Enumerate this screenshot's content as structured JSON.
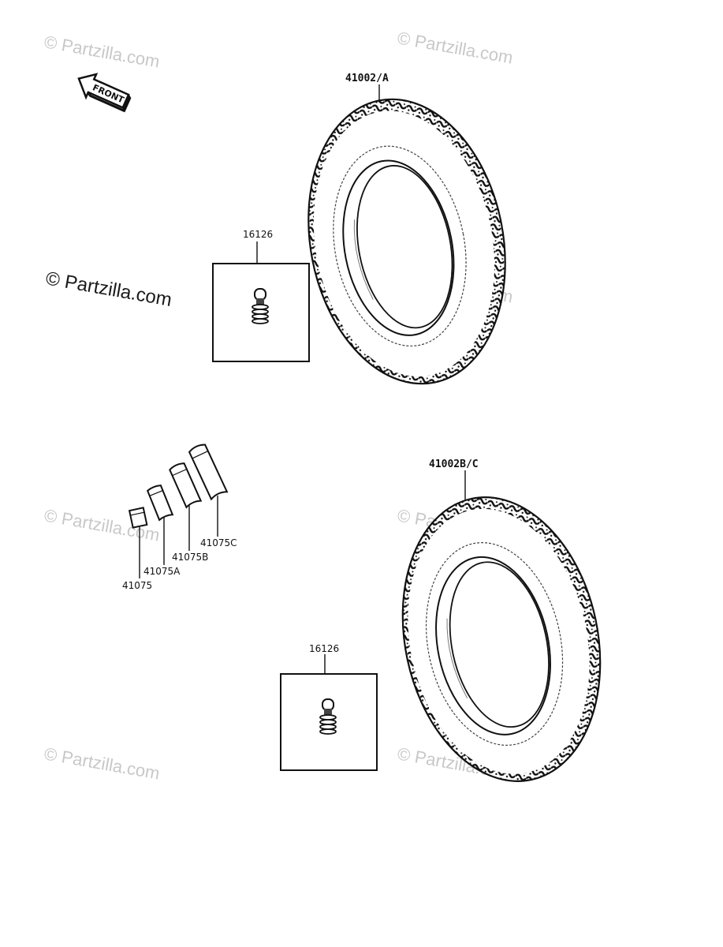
{
  "watermark": "© Partzilla.com",
  "arrow": {
    "label": "FRONT"
  },
  "parts": {
    "tire_front": "41002/A",
    "tire_rear": "41002B/C",
    "valve_top": "16126",
    "valve_bottom": "16126",
    "weight_1": "41075",
    "weight_2": "41075A",
    "weight_3": "41075B",
    "weight_4": "41075C"
  },
  "icons": {
    "front_arrow": "front-arrow-icon",
    "tire": "tire-icon",
    "valve": "valve-stem-icon",
    "balance_weight": "balance-weight-icon"
  }
}
